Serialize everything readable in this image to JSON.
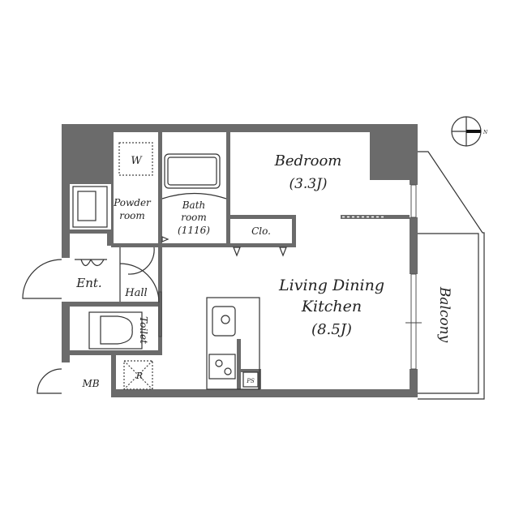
{
  "compass": {
    "icon": "north-arrow-icon",
    "label": "N"
  },
  "rooms": {
    "bedroom": {
      "name": "Bedroom",
      "size": "(3.3J)"
    },
    "ldk": {
      "line1": "Living Dining",
      "line2": "Kitchen",
      "size": "(8.5J)"
    },
    "powder": {
      "line1": "Powder",
      "line2": "room"
    },
    "bath": {
      "line1": "Bath",
      "line2": "room",
      "size": "(1116)"
    },
    "closet": "Clo.",
    "entrance": "Ent.",
    "hall": "Hall",
    "toilet": "Toilet",
    "meter_box": "MB",
    "balcony": "Balcony",
    "washer": "W",
    "fridge": "R",
    "pipe_space": "PS"
  },
  "colors": {
    "wall": "#6b6b6b",
    "line": "#333333"
  }
}
